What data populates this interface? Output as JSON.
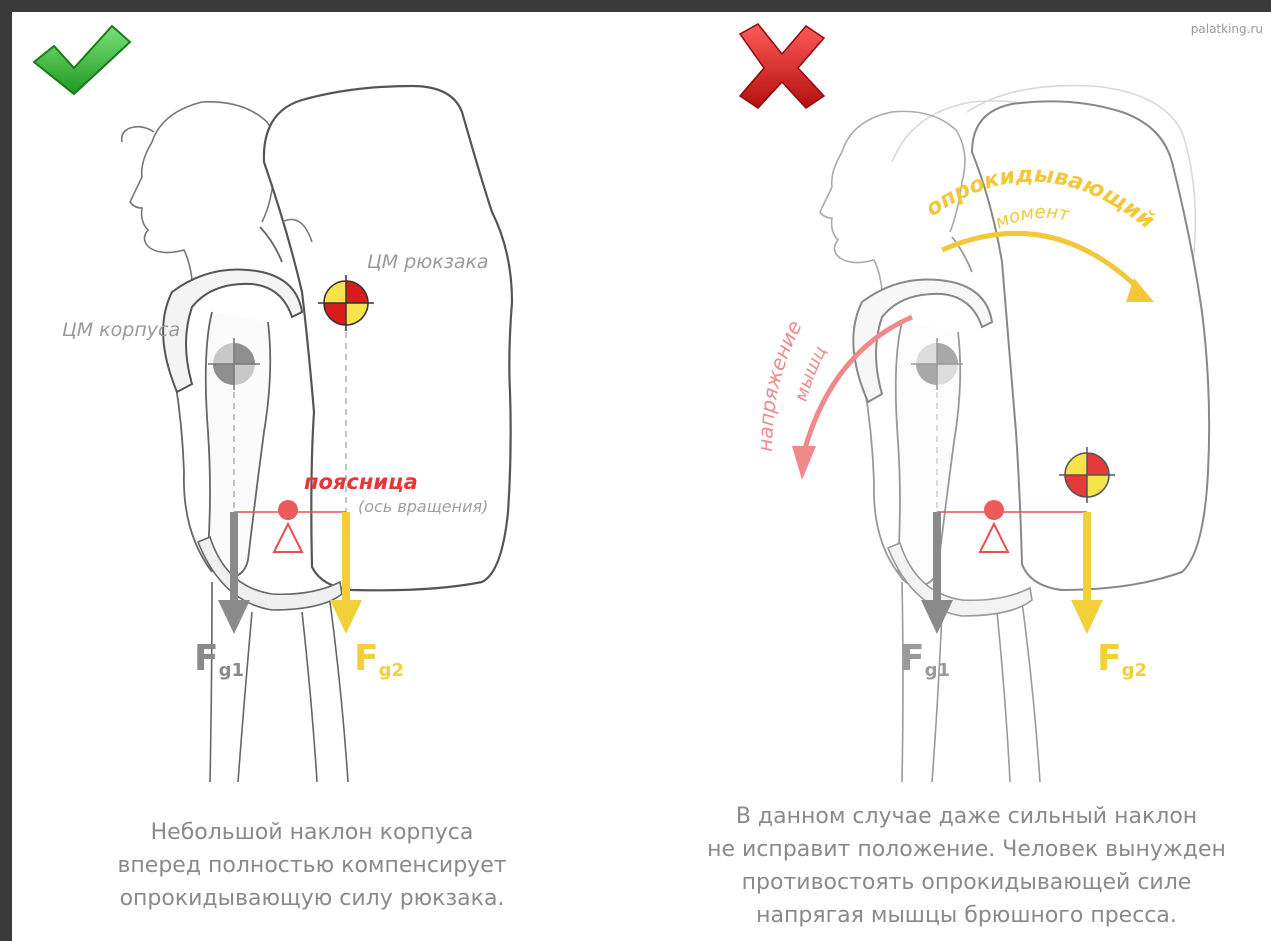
{
  "watermark": "palatking.ru",
  "left_panel": {
    "verdict": "correct",
    "labels": {
      "cm_pack": "ЦМ рюкзака",
      "cm_body": "ЦМ корпуса",
      "lumbar": "поясница",
      "axis": "(ось вращения)",
      "force1": "F",
      "force1_sub": "g1",
      "force2": "F",
      "force2_sub": "g2"
    },
    "caption": [
      "Небольшой наклон корпуса",
      "вперед полностью компенсирует",
      "опрокидывающую силу рюкзака."
    ]
  },
  "right_panel": {
    "verdict": "wrong",
    "labels": {
      "tipping_1": "опрокидывающий",
      "tipping_2": "момент",
      "muscle_1": "напряжение",
      "muscle_2": "мышц",
      "force1": "F",
      "force1_sub": "g1",
      "force2": "F",
      "force2_sub": "g2"
    },
    "caption": [
      "В данном случае даже сильный наклон",
      "не исправит положение.  Человек вынужден",
      "противостоять опрокидывающей силе",
      "напрягая мышцы брюшного пресса."
    ]
  },
  "colors": {
    "check": "#2fb52f",
    "cross": "#d42020",
    "force_gravity_body": "#8a8a8a",
    "force_gravity_pack": "#f2d03a",
    "pivot": "#e85050",
    "tipping_arrow": "#f2c83a",
    "muscle_arrow": "#f08a8a"
  }
}
